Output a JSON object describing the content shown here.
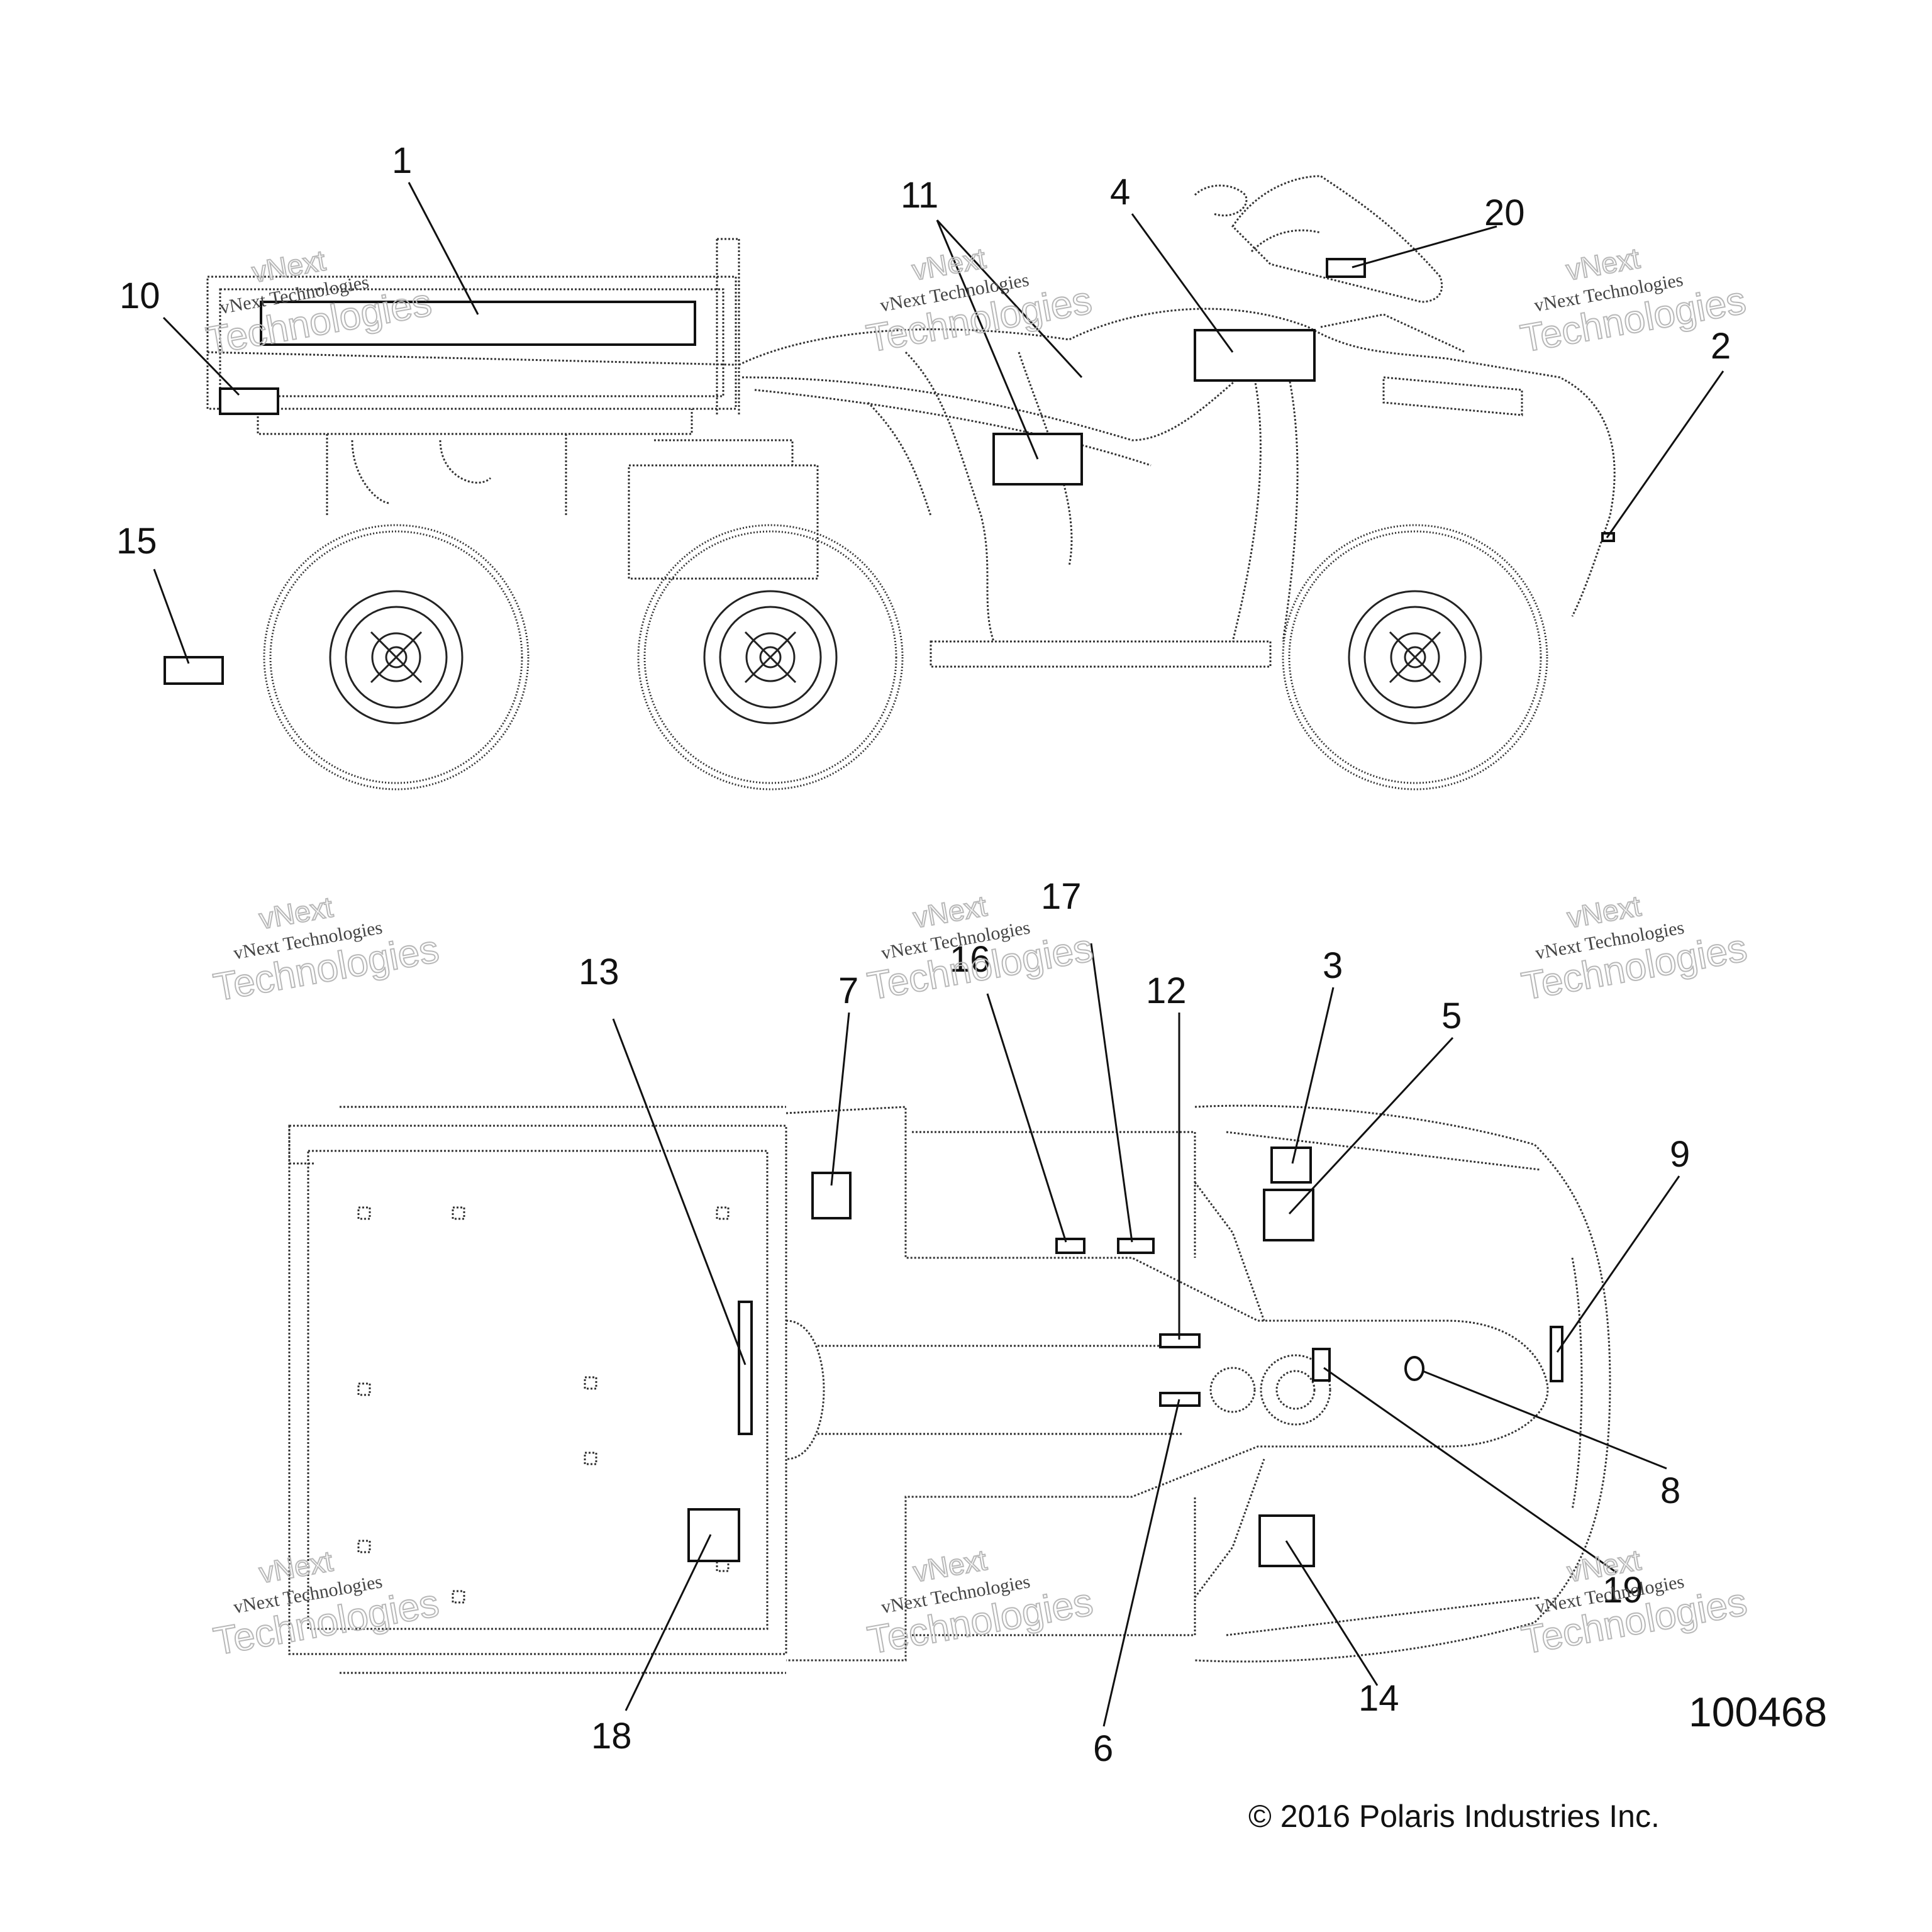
{
  "diagram": {
    "callouts": [
      "1",
      "2",
      "3",
      "4",
      "5",
      "6",
      "7",
      "8",
      "9",
      "10",
      "11",
      "12",
      "13",
      "14",
      "15",
      "16",
      "17",
      "18",
      "19",
      "20"
    ],
    "watermark_line1": "vNext Technologies",
    "watermark_line2": "vNext",
    "watermark_line3": "Technologies",
    "figure_code": "100468",
    "copyright": "© 2016 Polaris Industries Inc."
  }
}
